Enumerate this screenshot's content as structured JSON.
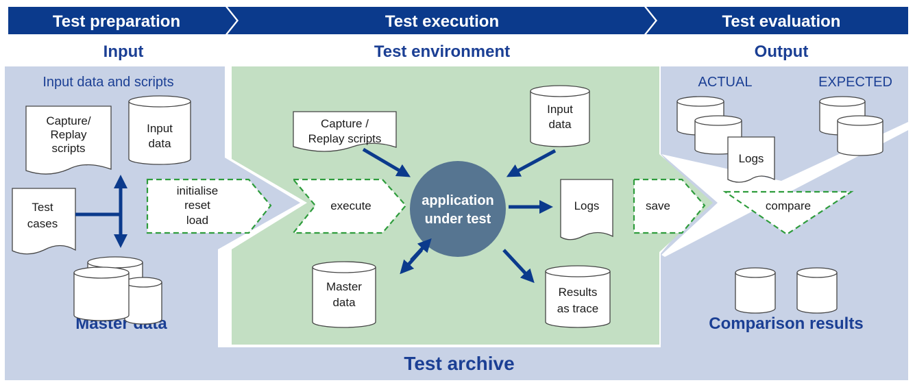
{
  "colors": {
    "phase_bar": "#0b3a8c",
    "panel_blue": "#c8d2e6",
    "panel_green": "#c3dfc3",
    "heading_text": "#1b3f94",
    "arrow": "#0b3a8c",
    "dashed_outline": "#2e9c3c",
    "center_circle": "#567591"
  },
  "phases": [
    "Test preparation",
    "Test execution",
    "Test evaluation"
  ],
  "headings": {
    "input": "Input",
    "test_environment": "Test environment",
    "output": "Output",
    "master_data": "Master data",
    "comparison_results": "Comparison results",
    "test_archive": "Test archive"
  },
  "input_panel": {
    "subtitle": "Input data and scripts",
    "capture_doc": [
      "Capture/",
      "Replay",
      "scripts"
    ],
    "input_data": [
      "Input",
      "data"
    ],
    "test_cases": [
      "Test",
      "cases"
    ],
    "init_step": [
      "initialise",
      "reset",
      "load"
    ]
  },
  "environment": {
    "capture_doc": [
      "Capture /",
      "Replay scripts"
    ],
    "input_data": [
      "Input",
      "data"
    ],
    "execute_step": "execute",
    "center": [
      "application",
      "under test"
    ],
    "logs": "Logs",
    "save_step": "save",
    "master_data": [
      "Master",
      "data"
    ],
    "results": [
      "Results",
      "as trace"
    ]
  },
  "output": {
    "actual": "ACTUAL",
    "expected": "EXPECTED",
    "logs": "Logs",
    "compare_step": "compare"
  }
}
